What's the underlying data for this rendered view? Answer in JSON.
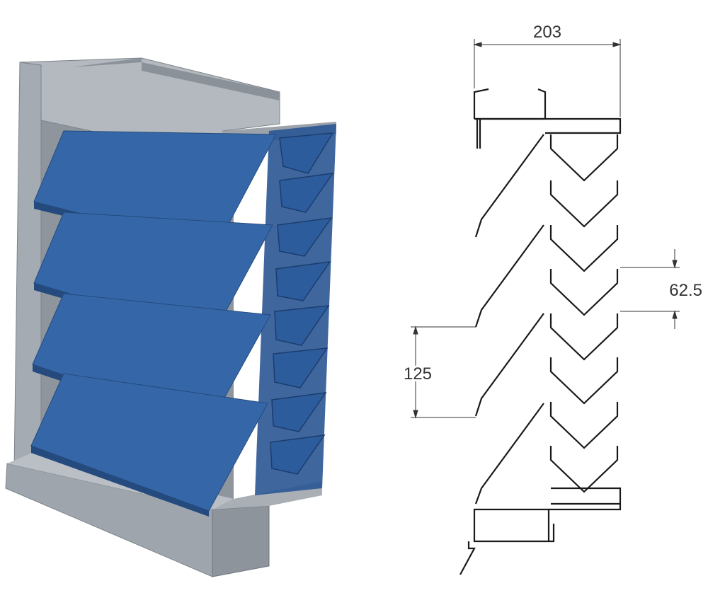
{
  "colors": {
    "frame": "#9aa1a8",
    "frame_dark": "#6f767d",
    "frame_light": "#c3c8cd",
    "blade": "#2f5f9e",
    "blade_light": "#3d72b8",
    "blade_dark": "#1f4478",
    "line": "#1a1a1a",
    "dim_line": "#333333"
  },
  "icons": {
    "render": "louvre-3d-render-icon",
    "section": "louvre-cross-section-icon"
  },
  "dimensions": {
    "width": "203",
    "blade_pitch": "62.5",
    "front_pitch": "125"
  }
}
